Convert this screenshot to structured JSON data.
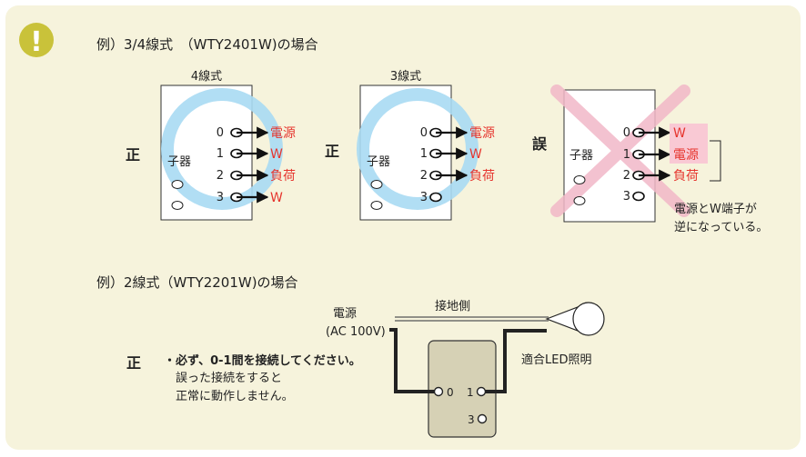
{
  "colors": {
    "background": "#f6f3dc",
    "warning_badge": "#c9c23a",
    "ring": "#a9daf3",
    "cross": "#f2b8c8",
    "label_red": "#e6352e",
    "highlight_pink": "#f9c9d4",
    "device_fill": "#d6d1b5",
    "text": "#222222"
  },
  "warning_icon": {
    "symbol": "!",
    "icon": "exclamation-icon"
  },
  "ex1": {
    "heading": "例）3/4線式　（WTY2401W)の場合",
    "d4": {
      "title": "4線式",
      "mark": "正",
      "child": "子器",
      "nums": [
        "0",
        "1",
        "2",
        "3"
      ],
      "labels": [
        "電源",
        "W",
        "負荷",
        "W"
      ]
    },
    "d3": {
      "title": "3線式",
      "mark": "正",
      "child": "子器",
      "nums": [
        "0",
        "1",
        "2",
        "3"
      ],
      "labels": [
        "電源",
        "W",
        "負荷"
      ]
    },
    "wrong": {
      "mark": "誤",
      "child": "子器",
      "nums": [
        "0",
        "1",
        "2",
        "3"
      ],
      "labels": [
        "W",
        "電源",
        "負荷"
      ],
      "note_line1": "電源とW端子が",
      "note_line2": "逆になっている。"
    }
  },
  "ex2": {
    "heading": "例）2線式（WTY2201W)の場合",
    "ground_label": "接地側",
    "power_line1": "電源",
    "power_line2": "(AC 100V)",
    "mark": "正",
    "note_bold": "・必ず、0-1間を接続してください。",
    "note_line2": "誤った接続をすると",
    "note_line3": "正常に動作しません。",
    "led_label": "適合LED照明",
    "terminal_nums": [
      "0",
      "1",
      "3"
    ]
  }
}
